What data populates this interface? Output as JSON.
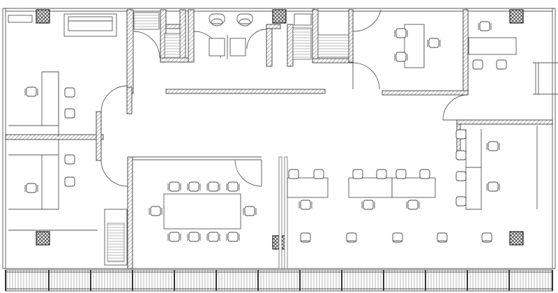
{
  "plan": {
    "kind": "office-floor-plan",
    "labels": [],
    "icons": [
      "structural-column",
      "office-chair",
      "sofa",
      "toilet",
      "door-swing",
      "window-mullion"
    ]
  }
}
